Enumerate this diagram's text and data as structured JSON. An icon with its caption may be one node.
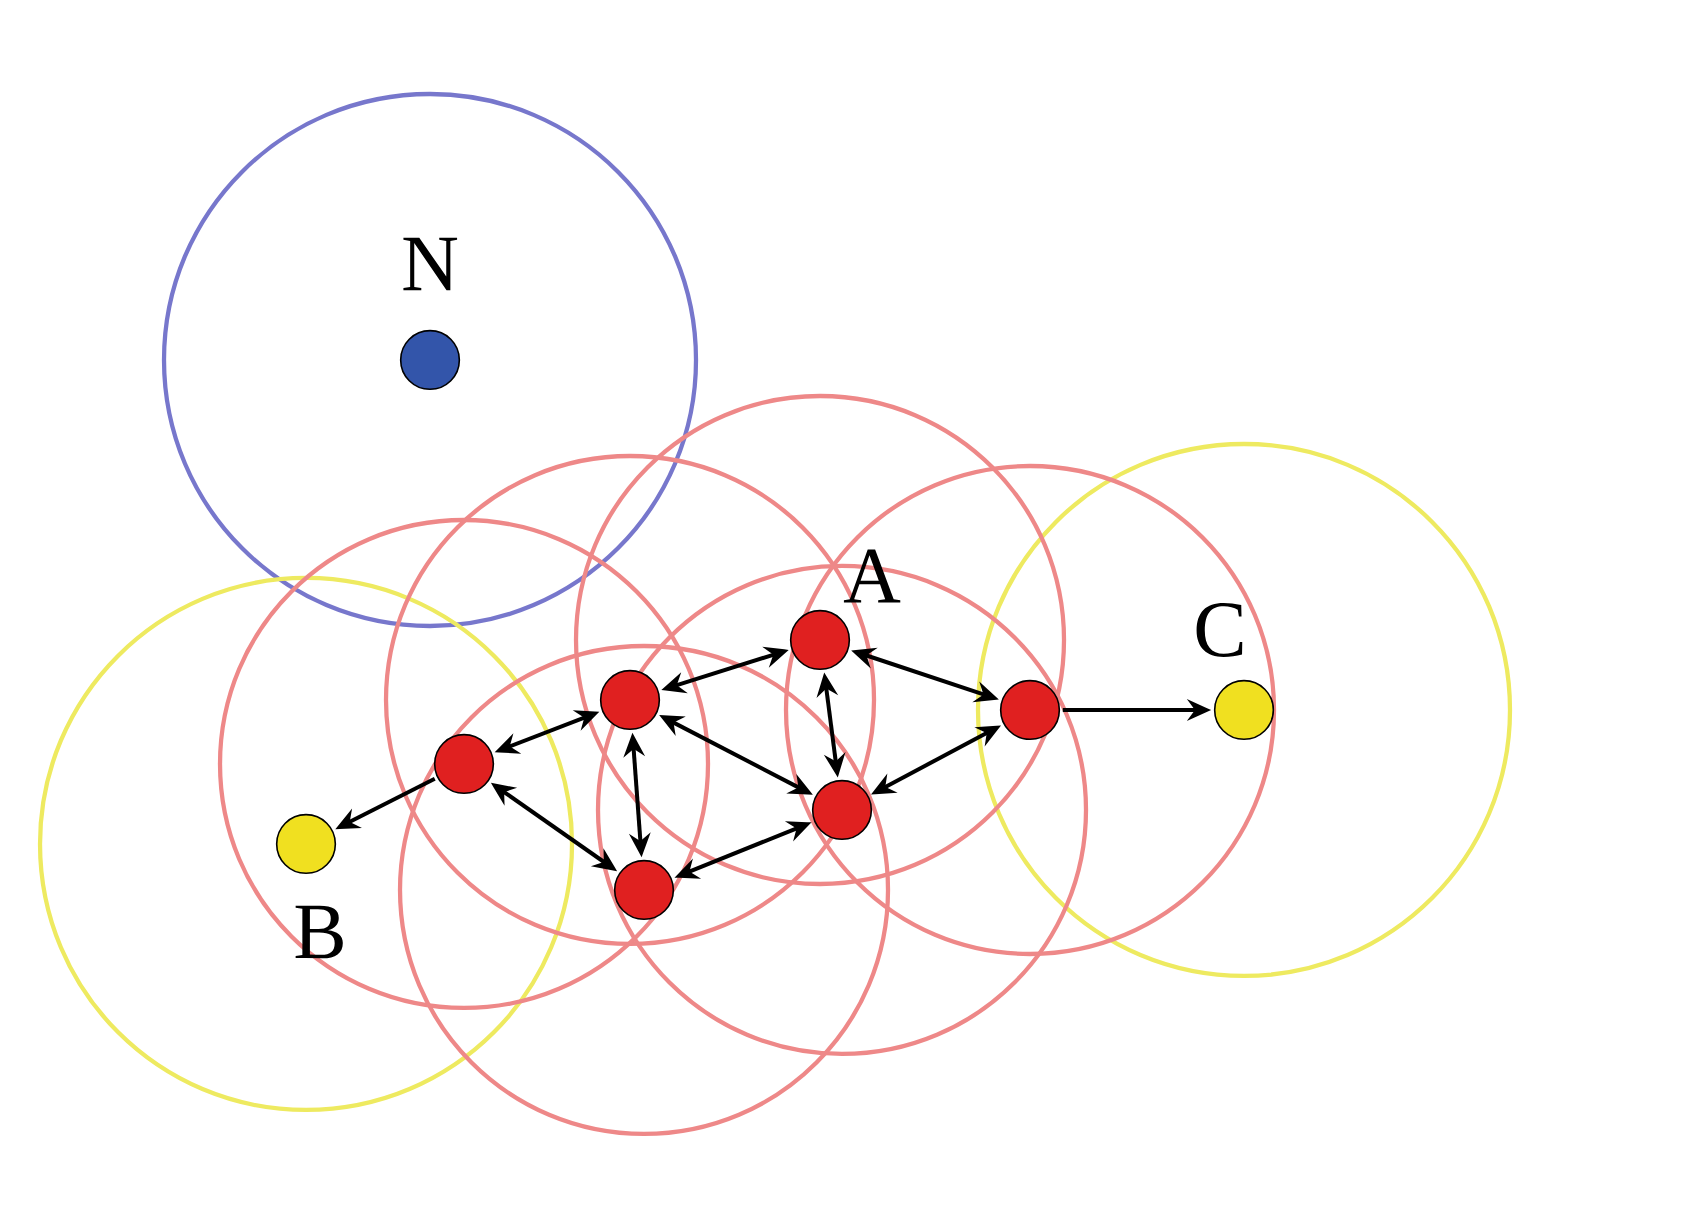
{
  "diagram": {
    "nodes": [
      {
        "text": [],
        "shape": "circle",
        "beside": [
          "N"
        ]
      },
      {
        "text": [],
        "shape": "circle",
        "beside": [
          "A"
        ]
      },
      {
        "text": [],
        "shape": "circle"
      },
      {
        "text": [],
        "shape": "circle"
      },
      {
        "text": [],
        "shape": "circle"
      },
      {
        "text": [],
        "shape": "circle"
      },
      {
        "text": [],
        "shape": "circle"
      },
      {
        "text": [],
        "shape": "circle",
        "beside": [
          "C"
        ]
      },
      {
        "text": [],
        "shape": "circle",
        "beside": [
          "B"
        ]
      }
    ],
    "edges": [
      {
        "from": 2,
        "to": 1,
        "arrow": "both"
      },
      {
        "from": 1,
        "to": 6,
        "arrow": "both"
      },
      {
        "from": 1,
        "to": 5,
        "arrow": "both"
      },
      {
        "from": 3,
        "to": 2,
        "arrow": "both"
      },
      {
        "from": 3,
        "to": 8,
        "arrow": "to"
      },
      {
        "from": 3,
        "to": 4,
        "arrow": "both"
      },
      {
        "from": 2,
        "to": 4,
        "arrow": "both"
      },
      {
        "from": 2,
        "to": 5,
        "arrow": "both"
      },
      {
        "from": 4,
        "to": 5,
        "arrow": "both"
      },
      {
        "from": 5,
        "to": 6,
        "arrow": "both"
      },
      {
        "from": 6,
        "to": 7,
        "arrow": "to"
      }
    ]
  }
}
